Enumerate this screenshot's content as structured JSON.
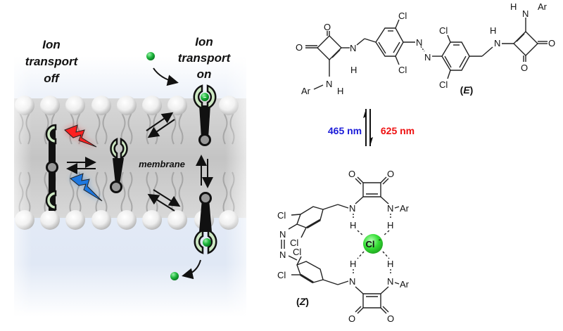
{
  "figure": {
    "left_panel": {
      "label_off_line1": "Ion",
      "label_off_line2": "transport",
      "label_off_line3": "off",
      "label_on_line1": "Ion",
      "label_on_line2": "transport",
      "label_on_line3": "on",
      "membrane_label": "membrane",
      "ion_charge": "−",
      "colors": {
        "red_light": "#ff2020",
        "blue_light": "#1e78e0",
        "receptor_fill": "#cde8c3",
        "ion": "#18a83a",
        "solvent": "#dfe8f6"
      }
    },
    "right_panel": {
      "isomer_E_label": "E",
      "isomer_Z_label": "Z",
      "wavelength_forward": "465 nm",
      "wavelength_reverse": "625 nm",
      "wavelength_forward_color": "#1a1ad8",
      "wavelength_reverse_color": "#ee1111",
      "anion": "Cl",
      "anion_charge": "-",
      "anion_color": "#33dd33",
      "atoms": {
        "O": "O",
        "N": "N",
        "H": "H",
        "Cl": "Cl",
        "Ar": "Ar"
      }
    }
  }
}
